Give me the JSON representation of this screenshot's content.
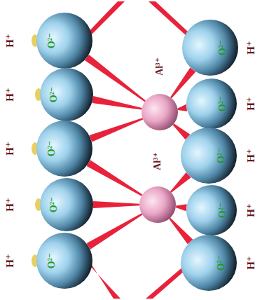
{
  "diagram": {
    "nodes": [
      {
        "text": [
          "O²⁻"
        ]
      },
      {
        "text": [
          "O²⁻"
        ]
      },
      {
        "text": [
          "O²⁻"
        ]
      },
      {
        "text": [
          "O²⁻"
        ]
      },
      {
        "text": [
          "O²⁻"
        ]
      },
      {
        "text": [
          "Al³⁺"
        ]
      },
      {
        "text": [
          "Al³⁺"
        ]
      },
      {
        "text": [
          "O²⁻"
        ]
      },
      {
        "text": [
          "O²⁻"
        ]
      },
      {
        "text": [
          "O²⁻"
        ]
      },
      {
        "text": [
          "O²⁻"
        ]
      },
      {
        "text": [
          "O²⁻"
        ]
      }
    ],
    "edges": [
      {
        "from": 5,
        "to": 0,
        "arrow": "none"
      },
      {
        "from": 5,
        "to": 1,
        "arrow": "none"
      },
      {
        "from": 5,
        "to": 2,
        "arrow": "none"
      },
      {
        "from": 5,
        "to": 7,
        "arrow": "none"
      },
      {
        "from": 5,
        "to": 8,
        "arrow": "none"
      },
      {
        "from": 5,
        "to": 9,
        "arrow": "none"
      },
      {
        "from": 6,
        "to": 2,
        "arrow": "none"
      },
      {
        "from": 6,
        "to": 3,
        "arrow": "none"
      },
      {
        "from": 6,
        "to": 4,
        "arrow": "none"
      },
      {
        "from": 6,
        "to": 9,
        "arrow": "none"
      },
      {
        "from": 6,
        "to": 10,
        "arrow": "none"
      },
      {
        "from": 6,
        "to": 11,
        "arrow": "none"
      }
    ],
    "labels": [
      "H⁺",
      "H⁺",
      "H⁺",
      "H⁺",
      "H⁺",
      "H⁺",
      "H⁺",
      "H⁺",
      "H⁺",
      "H⁺"
    ]
  }
}
